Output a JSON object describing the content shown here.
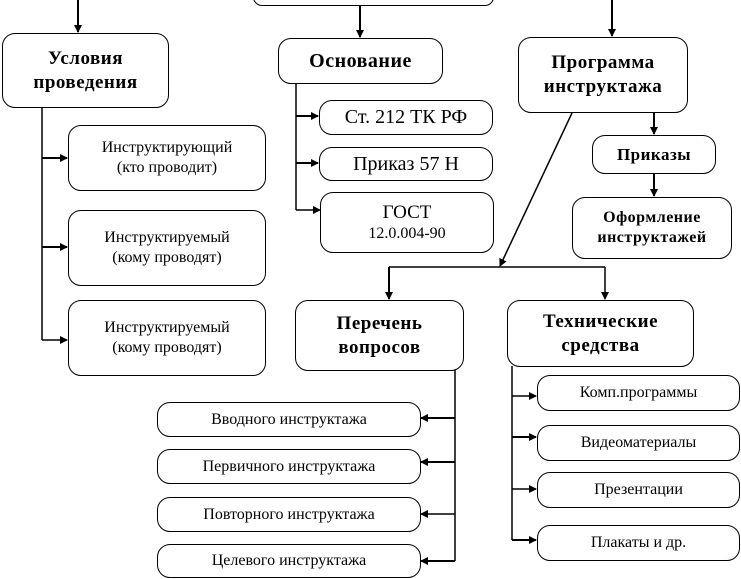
{
  "diagram": {
    "top_center_box_label": "",
    "conditions": {
      "title_line1": "Условия",
      "title_line2": "проведения",
      "children": [
        {
          "line1": "Инструктирующий",
          "line2": "(кто проводит)"
        },
        {
          "line1": "Инструктируемый",
          "line2": "(кому проводят)"
        },
        {
          "line1": "Инструктируемый",
          "line2": "(кому проводят)"
        }
      ]
    },
    "basis": {
      "title": "Основание",
      "children": [
        {
          "line1": "Ст. 212 ТК РФ",
          "line2": ""
        },
        {
          "line1": "Приказ 57 Н",
          "line2": ""
        },
        {
          "line1": "ГОСТ",
          "line2": "12.0.004-90"
        }
      ]
    },
    "program": {
      "title_line1": "Программа",
      "title_line2": "инструктажа",
      "orders": "Приказы",
      "registration_line1": "Оформление",
      "registration_line2": "инструктажей"
    },
    "questions": {
      "title_line1": "Перечень",
      "title_line2": "вопросов",
      "children": [
        "Вводного инструктажа",
        "Первичного инструктажа",
        "Повторного инструктажа",
        "Целевого инструктажа"
      ]
    },
    "technical": {
      "title_line1": "Технические",
      "title_line2": "средства",
      "children": [
        "Комп.программы",
        "Видеоматериалы",
        "Презентации",
        "Плакаты и др."
      ]
    }
  }
}
